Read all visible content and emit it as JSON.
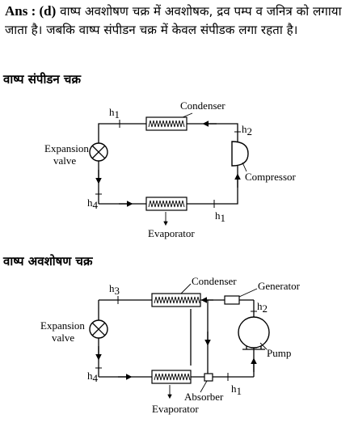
{
  "answer": {
    "prefix": "Ans : (d)",
    "text": "वाष्प अवशोषण चक्र में अवशोषक, द्रव पम्प व जनित्र को लगाया जाता है। जबकि वाष्प संपीडन चक्र में केवल संपीडक लगा रहता है।"
  },
  "compression_cycle": {
    "heading": "वाष्प संपीडन चक्र",
    "labels": {
      "condenser": "Condenser",
      "expansion_1": "Expansion",
      "expansion_2": "valve",
      "compressor": "Compressor",
      "evaporator": "Evaporator",
      "h1_top": "h",
      "h1_top_sub": "1",
      "h2": "h",
      "h2_sub": "2",
      "h4": "h",
      "h4_sub": "4",
      "h1_bottom": "h",
      "h1_bottom_sub": "1"
    }
  },
  "absorption_cycle": {
    "heading": "वाष्प अवशोषण चक्र",
    "labels": {
      "condenser": "Condenser",
      "generator": "Generator",
      "expansion_1": "Expansion",
      "expansion_2": "valve",
      "pump": "Pump",
      "absorber": "Absorber",
      "evaporator": "Evaporator",
      "h3": "h",
      "h3_sub": "3",
      "h2": "h",
      "h2_sub": "2",
      "h4": "h",
      "h4_sub": "4",
      "h1": "h",
      "h1_sub": "1"
    }
  }
}
